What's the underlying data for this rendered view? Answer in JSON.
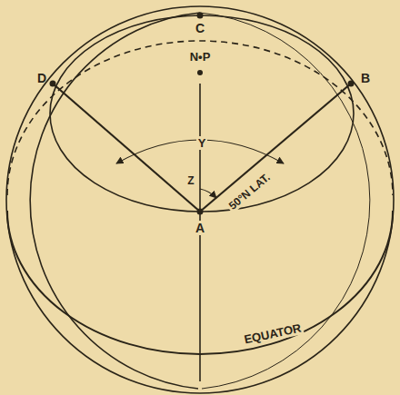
{
  "diagram": {
    "labels": [
      "C",
      "N•P",
      "D",
      "B",
      "Y",
      "Z",
      "A",
      "50°N LAT.",
      "EQUATOR"
    ]
  }
}
